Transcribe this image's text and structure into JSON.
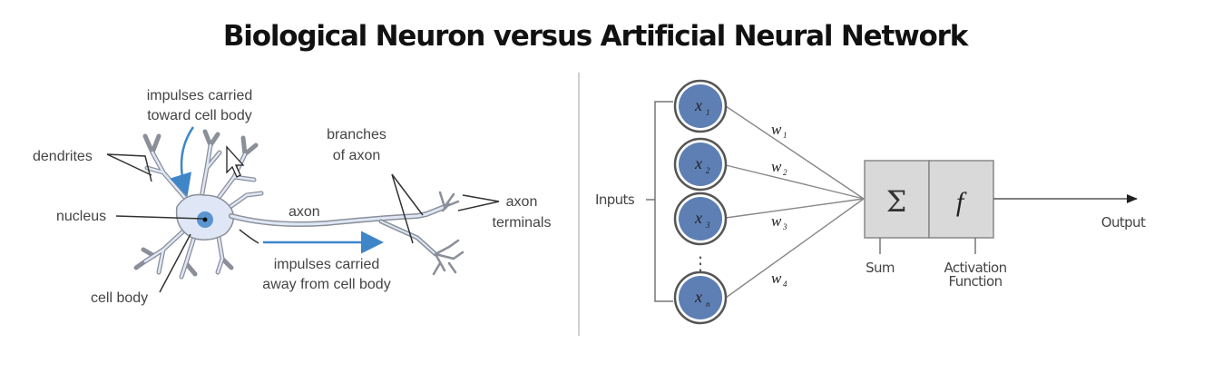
{
  "title": "Biological Neuron versus Artificial Neural Network",
  "biological_neuron": {
    "labels": {
      "impulses_toward_line1": "impulses carried",
      "impulses_toward_line2": "toward cell body",
      "dendrites": "dendrites",
      "nucleus": "nucleus",
      "cell_body": "cell body",
      "axon": "axon",
      "branches_line1": "branches",
      "branches_line2": "of axon",
      "axon_terminals_line1": "axon",
      "axon_terminals_line2": "terminals",
      "impulses_away_line1": "impulses carried",
      "impulses_away_line2": "away from cell body"
    },
    "colors": {
      "cell_fill": "#dfe6f5",
      "outline": "#8a8f99",
      "nucleus": "#5b95d0",
      "arrow": "#3f86c8"
    }
  },
  "artificial_neuron": {
    "inputs_label": "Inputs",
    "inputs": [
      {
        "var": "x",
        "sub": "1"
      },
      {
        "var": "x",
        "sub": "2"
      },
      {
        "var": "x",
        "sub": "3"
      },
      {
        "var": "x",
        "sub": "n"
      }
    ],
    "ellipsis": "⋮",
    "weights": [
      {
        "var": "w",
        "sub": "1"
      },
      {
        "var": "w",
        "sub": "2"
      },
      {
        "var": "w",
        "sub": "3"
      },
      {
        "var": "w",
        "sub": "4"
      }
    ],
    "sum_symbol": "Σ",
    "activation_symbol": "f",
    "sum_label": "Sum",
    "activation_label_line1": "Activation",
    "activation_label_line2": "Function",
    "output_label": "Output",
    "colors": {
      "node_fill": "#5e7fb4",
      "node_ring": "#555555",
      "box_fill": "#d9d9d9",
      "line": "#888888"
    }
  }
}
